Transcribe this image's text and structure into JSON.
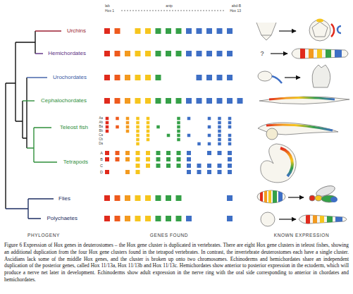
{
  "diagram": {
    "caption": "Figure 6 Expression of Hox genes in deuterostomes – the Hox gene cluster is duplicated in vertebrates. There are eight Hox gene clusters in teleost fishes, showing an additional duplication from the four Hox gene clusters found in the tetrapod vertebrates. In contrast, the invertebrate deuterostomes each have a single cluster. Ascidians lack some of the middle Hox genes, and the cluster is broken up onto two chromosomes. Echinoderms and hemichordates share an independent duplication of the posterior genes, called Hox 11/13a, Hox 11/13b and Hox 11/13c. Hemichordates show anterior to posterior expression in the ectoderm, which will produce a nerve net later in development. Echinoderms show adult expression in the nerve ring with the oral side corresponding to anterior in chordates and hemichordates.",
    "labels": [
      "Urchins",
      "Hemichordates",
      "Urochordates",
      "Cephalochordates",
      "Teleost fish",
      "Tetrapods",
      "Flies",
      "Polychaetes",
      "lab",
      "Hox 1",
      "antp",
      "abd-B",
      "Hox 13",
      "Aa",
      "Ab",
      "Ba",
      "Bb",
      "Ca",
      "Cb",
      "Da",
      "A",
      "B",
      "C",
      "D",
      "?",
      "PHYLOGENY",
      "GENES FOUND",
      "KNOWN EXPRESSION"
    ]
  }
}
